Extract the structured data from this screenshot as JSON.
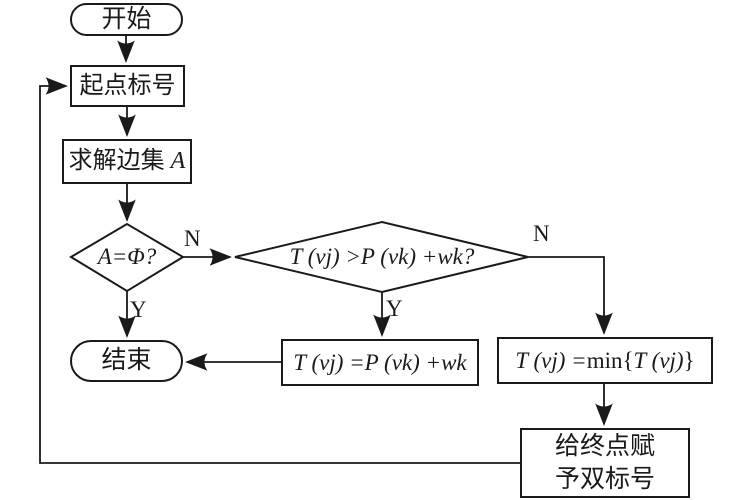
{
  "flowchart": {
    "title": "shortest-path double-labeling algorithm flowchart",
    "colors": {
      "stroke": "#1a1a1a",
      "background": "#ffffff"
    },
    "nodes": {
      "start": {
        "label": "开始"
      },
      "label_start": {
        "label": "起点标号"
      },
      "solve_edges": {
        "text": "求解边集",
        "var": "A"
      },
      "decision_empty": {
        "label": "A=Φ?"
      },
      "decision_compare": {
        "label": "T (vj) >P (vk) +wk?"
      },
      "end": {
        "label": "结束"
      },
      "assign_t": {
        "label": "T (vj) =P (vk) +wk"
      },
      "assign_min": {
        "p1": "T (vj) =",
        "p2": "min",
        "p3": " {",
        "p4": "T (vj) ",
        "p5": "}"
      },
      "double_label": {
        "line1": "给终点赋",
        "line2": "予双标号"
      }
    },
    "edge_labels": {
      "empty_no": "N",
      "empty_yes": "Y",
      "compare_yes": "Y",
      "compare_no": "N"
    }
  }
}
